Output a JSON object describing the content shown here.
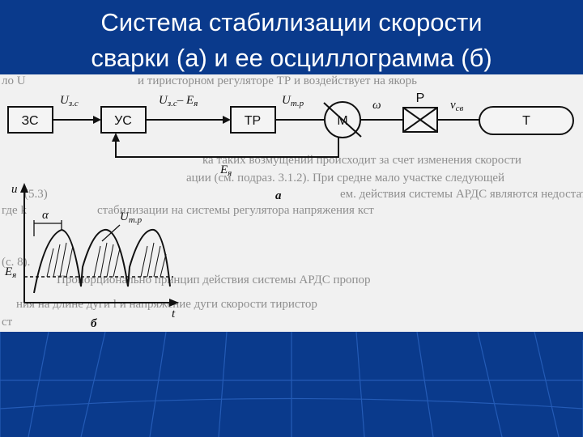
{
  "slide": {
    "title_line1": "Система стабилизации скорости",
    "title_line2": "сварки (а) и ее осциллограмма (б)",
    "colors": {
      "background": "#0a3a8c",
      "title": "#ffffff",
      "panel": "#f1f1f1",
      "ink": "#111111"
    }
  },
  "diagram": {
    "blocks": {
      "zs": "ЗС",
      "us": "УС",
      "tr": "ТР",
      "m": "М",
      "p": "Р",
      "t": "Т"
    },
    "signals": {
      "u_zs_main": "U",
      "u_zs_sub": "з.с",
      "u_diff_main": "U",
      "u_diff_sub": "з.с",
      "u_diff_minus": "– E",
      "u_diff_sub2": "я",
      "u_tr_main": "U",
      "u_tr_sub": "т.р",
      "omega": "ω",
      "v_main": "v",
      "v_sub": "св",
      "e_fb_main": "E",
      "e_fb_sub": "я"
    },
    "caption_a": "а"
  },
  "oscillogram": {
    "y_axis": "u",
    "x_axis": "t",
    "alpha": "α",
    "curve_main": "U",
    "curve_sub": "т.р",
    "e_main": "E",
    "e_sub": "я",
    "caption_b": "б"
  },
  "background_text": [
    "ло U",
    "и тиристорном регуляторе ТР и воздействует на якорь",
    "ка таких возмущений происходит за счет изменения скорости",
    "ации (см. подраз. 3.1.2). При средне мало участке следующей",
    "(5.3)",
    "ем. действия системы АРДС являются недостатки. Пропо-",
    "где k",
    "стабилизации на системы регулятора напряжения кст",
    "(с. 8).",
    "Пропорционально принцип действия системы АРДС пропор",
    "ния на длине дуги l и напряжение дуги скорости тиристор",
    "ст"
  ]
}
